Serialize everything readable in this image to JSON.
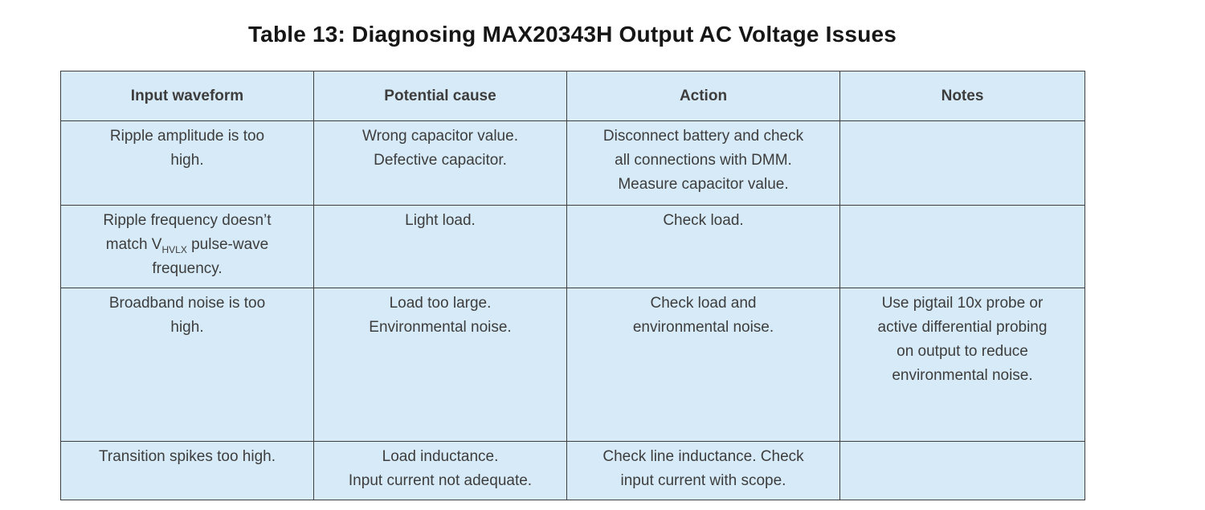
{
  "title": "Table 13: Diagnosing MAX20343H Output AC Voltage Issues",
  "colors": {
    "cell_bg": "#d7eaf7",
    "border": "#3f3f3f",
    "body_text": "#3d3d3d",
    "title_text": "#161616"
  },
  "table": {
    "headers": [
      "Input waveform",
      "Potential cause",
      "Action",
      "Notes"
    ],
    "rows": [
      {
        "cells": [
          "Ripple amplitude is too\nhigh.",
          "Wrong capacitor value.\nDefective capacitor.",
          "Disconnect battery and check\nall connections with DMM.\nMeasure capacitor value.",
          ""
        ]
      },
      {
        "cells": [
          "",
          "Light load.",
          "Check load.",
          ""
        ],
        "cell0_parts": {
          "before": "Ripple frequency doesn’t\nmatch V",
          "sub": "HVLX",
          "after": " pulse-wave\nfrequency."
        }
      },
      {
        "cells": [
          "Broadband noise is too\nhigh.",
          "Load too large.\nEnvironmental noise.",
          "Check load and\nenvironmental noise.",
          "Use pigtail 10x probe or\nactive differential probing\non output to reduce\nenvironmental noise."
        ]
      },
      {
        "cells": [
          "Transition spikes too high.",
          "Load inductance.\nInput current not adequate.",
          "Check line inductance. Check\ninput current with scope.",
          ""
        ]
      }
    ]
  }
}
